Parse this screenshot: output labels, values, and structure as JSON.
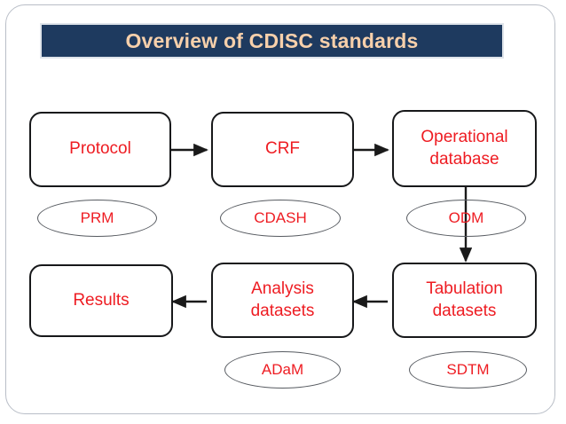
{
  "title": {
    "text": "Overview of CDISC standards",
    "background_color": "#1e3a5f",
    "text_color": "#f7d0ab"
  },
  "theme": {
    "node_text_color": "#ee1c22",
    "node_border_color": "#17181a",
    "ellipse_border_color": "#565a60",
    "frame_border_color": "#b9bec7",
    "connector_color": "#1a1a1a",
    "page_background": "#ffffff"
  },
  "diagram": {
    "type": "flowchart",
    "nodes": [
      {
        "id": "protocol",
        "label": "Protocol",
        "shape": "rounded-rect",
        "row": 1,
        "col": 1
      },
      {
        "id": "crf",
        "label": "CRF",
        "shape": "rounded-rect",
        "row": 1,
        "col": 2
      },
      {
        "id": "opdb",
        "label": "Operational\ndatabase",
        "shape": "rounded-rect",
        "row": 1,
        "col": 3
      },
      {
        "id": "results",
        "label": "Results",
        "shape": "rounded-rect",
        "row": 2,
        "col": 1
      },
      {
        "id": "analysis",
        "label": "Analysis\ndatasets",
        "shape": "rounded-rect",
        "row": 2,
        "col": 2
      },
      {
        "id": "tabulation",
        "label": "Tabulation\ndatasets",
        "shape": "rounded-rect",
        "row": 2,
        "col": 3
      }
    ],
    "standards": [
      {
        "id": "prm",
        "label": "PRM",
        "shape": "ellipse",
        "attached_to": "protocol"
      },
      {
        "id": "cdash",
        "label": "CDASH",
        "shape": "ellipse",
        "attached_to": "crf"
      },
      {
        "id": "odm",
        "label": "ODM",
        "shape": "ellipse",
        "attached_to": "opdb"
      },
      {
        "id": "adam",
        "label": "ADaM",
        "shape": "ellipse",
        "attached_to": "analysis"
      },
      {
        "id": "sdtm",
        "label": "SDTM",
        "shape": "ellipse",
        "attached_to": "tabulation"
      }
    ],
    "edges": [
      {
        "from": "protocol",
        "to": "crf",
        "direction": "right"
      },
      {
        "from": "crf",
        "to": "opdb",
        "direction": "right"
      },
      {
        "from": "opdb",
        "to": "tabulation",
        "direction": "down"
      },
      {
        "from": "tabulation",
        "to": "analysis",
        "direction": "left"
      },
      {
        "from": "analysis",
        "to": "results",
        "direction": "left"
      }
    ]
  }
}
